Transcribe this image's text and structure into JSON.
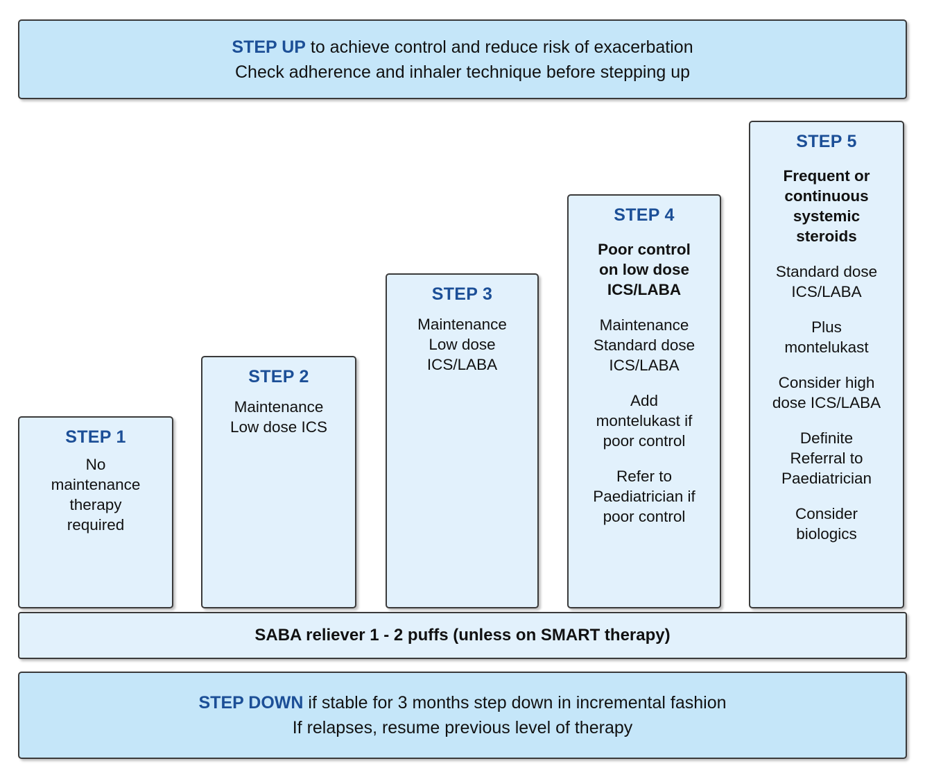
{
  "colors": {
    "banner_fill": "#c5e6f9",
    "box_fill": "#e2f1fc",
    "border": "#3a3a3a",
    "heading_blue": "#1c4f97",
    "body_text": "#111111"
  },
  "step_up_banner": {
    "line1_bold": "STEP UP",
    "line1_rest": " to achieve control and reduce risk of exacerbation",
    "line2": "Check adherence and inhaler technique before stepping up"
  },
  "step_down_banner": {
    "line1_bold": "STEP DOWN",
    "line1_rest": " if stable for 3 months step down in incremental fashion",
    "line2": "If relapses, resume previous level of therapy"
  },
  "saba_bar": {
    "text": "SABA reliever 1 - 2 puffs (unless on SMART therapy)"
  },
  "steps": [
    {
      "title": "STEP 1",
      "blocks": [
        {
          "text": "No\nmaintenance\ntherapy\nrequired",
          "bold": false
        }
      ]
    },
    {
      "title": "STEP 2",
      "blocks": [
        {
          "text": "Maintenance\nLow dose ICS",
          "bold": false
        }
      ]
    },
    {
      "title": "STEP 3",
      "blocks": [
        {
          "text": "Maintenance\nLow dose\nICS/LABA",
          "bold": false
        }
      ]
    },
    {
      "title": "STEP 4",
      "blocks": [
        {
          "text": "Poor control\non low dose\nICS/LABA",
          "bold": true
        },
        {
          "text": "Maintenance\nStandard dose\nICS/LABA",
          "bold": false
        },
        {
          "text": "Add\nmontelukast if\npoor control",
          "bold": false
        },
        {
          "text": "Refer to\nPaediatrician if\npoor control",
          "bold": false
        }
      ]
    },
    {
      "title": "STEP 5",
      "blocks": [
        {
          "text": "Frequent or\ncontinuous\nsystemic\nsteroids",
          "bold": true
        },
        {
          "text": "Standard dose\nICS/LABA",
          "bold": false
        },
        {
          "text": "Plus\nmontelukast",
          "bold": false
        },
        {
          "text": "Consider high\ndose ICS/LABA",
          "bold": false
        },
        {
          "text": "Definite\nReferral to\nPaediatrician",
          "bold": false
        },
        {
          "text": "Consider\nbiologics",
          "bold": false
        }
      ]
    }
  ]
}
